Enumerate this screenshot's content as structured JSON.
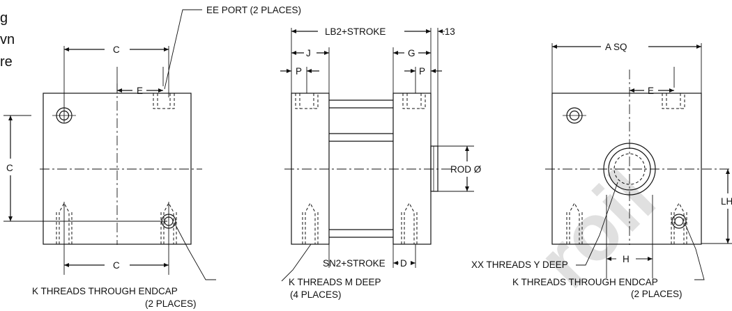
{
  "left_text_fragments": [
    "g",
    "vn",
    "re"
  ],
  "watermark": "roil",
  "left_view": {
    "top_callout": "EE PORT (2 PLACES)",
    "dim_c_top": "C",
    "dim_e": "E",
    "dim_c_side": "C",
    "dim_c_bottom": "C",
    "bottom_callout_1": "K THREADS THROUGH ENDCAP",
    "bottom_callout_2": "(2 PLACES)"
  },
  "middle_view": {
    "dim_lb2": "LB2+STROKE",
    "dim_13": ".13",
    "dim_j": "J",
    "dim_g": "G",
    "dim_p_left": "P",
    "dim_p_right": "P",
    "rod_label": "ROD Ø",
    "dim_sn2": "SN2+STROKE",
    "dim_d": "D",
    "bottom_callout_1": "K THREADS M DEEP",
    "bottom_callout_2": "(4 PLACES)"
  },
  "right_view": {
    "dim_a": "A SQ",
    "dim_e": "E",
    "dim_lh": "LH",
    "dim_h": "H",
    "callout_xx": "XX THREADS Y DEEP",
    "bottom_callout_1": "K THREADS THROUGH ENDCAP",
    "bottom_callout_2": "(2 PLACES)"
  }
}
